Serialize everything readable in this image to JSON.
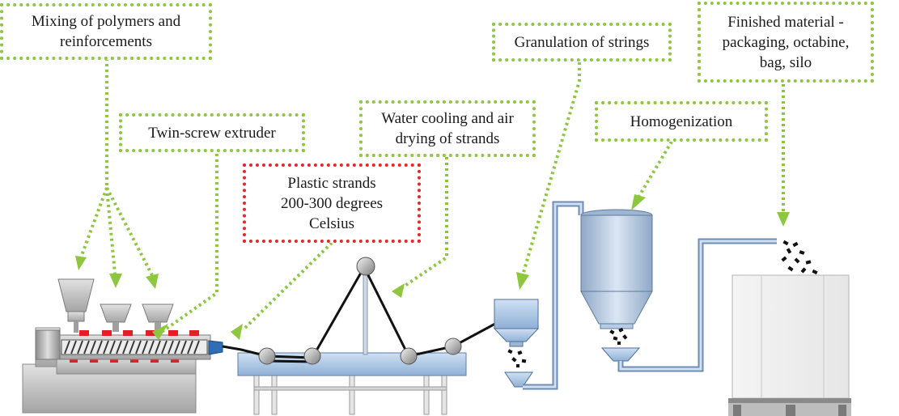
{
  "labels": {
    "mixing": {
      "lines": [
        "Mixing of polymers and",
        "reinforcements"
      ]
    },
    "extruder": {
      "lines": [
        "Twin-screw extruder"
      ]
    },
    "strands": {
      "lines": [
        "Plastic strands",
        "200-300 degrees",
        "Celsius"
      ]
    },
    "cooling": {
      "lines": [
        "Water cooling and air",
        "drying of strands"
      ]
    },
    "granulation": {
      "lines": [
        "Granulation of strings"
      ]
    },
    "homogenization": {
      "lines": [
        "Homogenization"
      ]
    },
    "finished": {
      "lines": [
        "Finished material -",
        "packaging, octabine,",
        "bag, silo"
      ]
    }
  },
  "colors": {
    "label_border": "#8dc63f",
    "strands_border": "#e8262a",
    "arrow": "#8dc63f",
    "machine_gray": "#c8c8c8",
    "heater_red": "#e41e26",
    "conveyor_blue": "#a9c4e4",
    "silo_blue": "#b7cbe2",
    "pallet_gray": "#808080"
  }
}
